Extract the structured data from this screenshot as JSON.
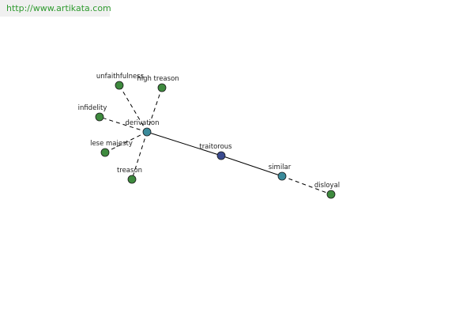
{
  "header": {
    "watermark_url": "http://www.artikata.com"
  },
  "graph": {
    "colors": {
      "center": "#3a4a8e",
      "hub": "#3a8a9a",
      "leaf": "#3e8a3e"
    },
    "nodes": [
      {
        "id": "traitorous",
        "label": "traitorous",
        "role": "center"
      },
      {
        "id": "derivation",
        "label": "derivation",
        "role": "hub"
      },
      {
        "id": "similar",
        "label": "similar",
        "role": "hub"
      },
      {
        "id": "unfaithfulness",
        "label": "unfaithfulness",
        "role": "leaf"
      },
      {
        "id": "high-treason",
        "label": "high treason",
        "role": "leaf"
      },
      {
        "id": "infidelity",
        "label": "infidelity",
        "role": "leaf"
      },
      {
        "id": "lese-majesty",
        "label": "lese majesty",
        "role": "leaf"
      },
      {
        "id": "treason",
        "label": "treason",
        "role": "leaf"
      },
      {
        "id": "disloyal",
        "label": "disloyal",
        "role": "leaf"
      }
    ],
    "edges": [
      {
        "from": "traitorous",
        "to": "derivation",
        "style": "solid"
      },
      {
        "from": "traitorous",
        "to": "similar",
        "style": "solid"
      },
      {
        "from": "derivation",
        "to": "unfaithfulness",
        "style": "dashed"
      },
      {
        "from": "derivation",
        "to": "high-treason",
        "style": "dashed"
      },
      {
        "from": "derivation",
        "to": "infidelity",
        "style": "dashed"
      },
      {
        "from": "derivation",
        "to": "lese-majesty",
        "style": "dashed"
      },
      {
        "from": "derivation",
        "to": "treason",
        "style": "dashed"
      },
      {
        "from": "similar",
        "to": "disloyal",
        "style": "dashed"
      }
    ]
  }
}
